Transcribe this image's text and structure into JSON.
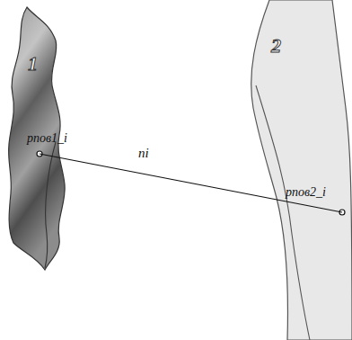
{
  "diagram": {
    "nodes": [
      {
        "text": [
          "1",
          "pпов1_i"
        ]
      },
      {
        "text": [
          "2",
          "pпов2_i"
        ]
      }
    ],
    "edges": [
      {
        "from": 0,
        "to": 1,
        "label": "ni",
        "arrow": "none"
      }
    ]
  }
}
